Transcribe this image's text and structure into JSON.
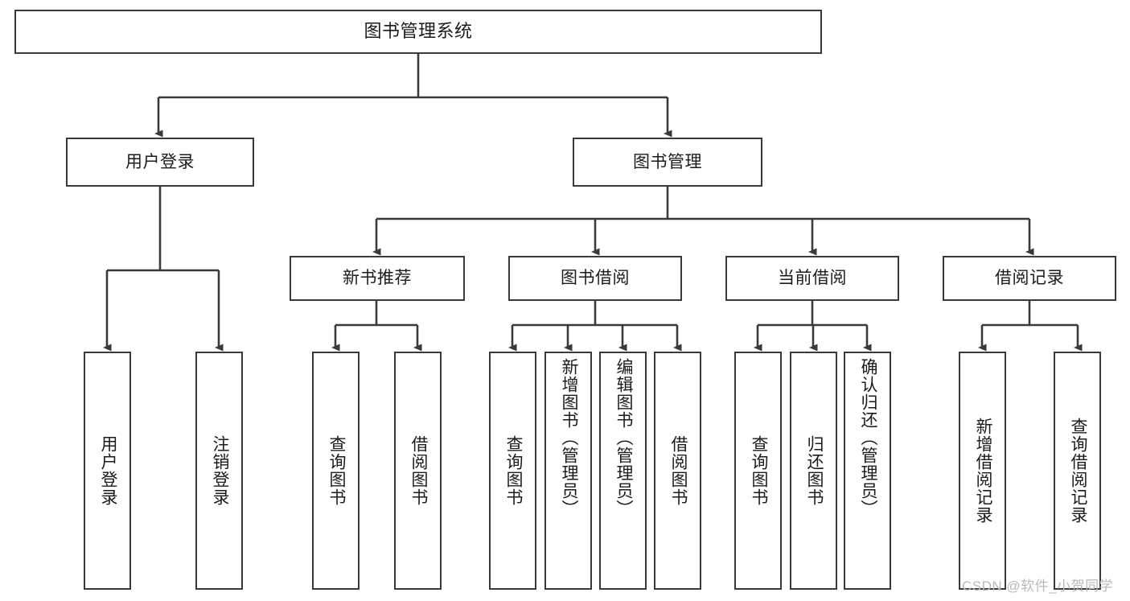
{
  "diagram": {
    "type": "tree",
    "title": "图书管理系统",
    "watermark": "CSDN @软件_小贺同学",
    "colors": {
      "box_border": "#3a3a3a",
      "box_fill": "#ffffff",
      "connector": "#3a3a3a",
      "text": "#1b1b1b",
      "watermark": "#b9b9b9",
      "background": "#ffffff"
    },
    "levels": {
      "root": "图书管理系统",
      "level2": [
        "用户登录",
        "图书管理"
      ],
      "level3": [
        "新书推荐",
        "图书借阅",
        "当前借阅",
        "借阅记录"
      ]
    },
    "nodes": {
      "root": {
        "label": "图书管理系统"
      },
      "user_login": {
        "label": "用户登录"
      },
      "book_manage": {
        "label": "图书管理"
      },
      "new_book_rec": {
        "label": "新书推荐"
      },
      "book_borrow": {
        "label": "图书借阅"
      },
      "current_borrow": {
        "label": "当前借阅"
      },
      "borrow_record": {
        "label": "借阅记录"
      },
      "leaf_user_login": {
        "label": "用户登录"
      },
      "leaf_logout": {
        "label": "注销登录"
      },
      "leaf_query_book_1": {
        "label": "查询图书"
      },
      "leaf_borrow_book_1": {
        "label": "借阅图书"
      },
      "leaf_query_book_2": {
        "label": "查询图书"
      },
      "leaf_add_book": {
        "label": "新增图书（管理员）"
      },
      "leaf_edit_book": {
        "label": "编辑图书（管理员）"
      },
      "leaf_borrow_book_2": {
        "label": "借阅图书"
      },
      "leaf_query_book_3": {
        "label": "查询图书"
      },
      "leaf_return_book": {
        "label": "归还图书"
      },
      "leaf_confirm_return": {
        "label": "确认归还（管理员）"
      },
      "leaf_add_record": {
        "label": "新增借阅记录"
      },
      "leaf_query_record": {
        "label": "查询借阅记录"
      }
    },
    "edges": [
      {
        "from": "root",
        "to": "user_login"
      },
      {
        "from": "root",
        "to": "book_manage"
      },
      {
        "from": "user_login",
        "to": "leaf_user_login"
      },
      {
        "from": "user_login",
        "to": "leaf_logout"
      },
      {
        "from": "book_manage",
        "to": "new_book_rec"
      },
      {
        "from": "book_manage",
        "to": "book_borrow"
      },
      {
        "from": "book_manage",
        "to": "current_borrow"
      },
      {
        "from": "book_manage",
        "to": "borrow_record"
      },
      {
        "from": "new_book_rec",
        "to": "leaf_query_book_1"
      },
      {
        "from": "new_book_rec",
        "to": "leaf_borrow_book_1"
      },
      {
        "from": "book_borrow",
        "to": "leaf_query_book_2"
      },
      {
        "from": "book_borrow",
        "to": "leaf_add_book"
      },
      {
        "from": "book_borrow",
        "to": "leaf_edit_book"
      },
      {
        "from": "book_borrow",
        "to": "leaf_borrow_book_2"
      },
      {
        "from": "current_borrow",
        "to": "leaf_query_book_3"
      },
      {
        "from": "current_borrow",
        "to": "leaf_return_book"
      },
      {
        "from": "current_borrow",
        "to": "leaf_confirm_return"
      },
      {
        "from": "borrow_record",
        "to": "leaf_add_record"
      },
      {
        "from": "borrow_record",
        "to": "leaf_query_record"
      }
    ]
  }
}
